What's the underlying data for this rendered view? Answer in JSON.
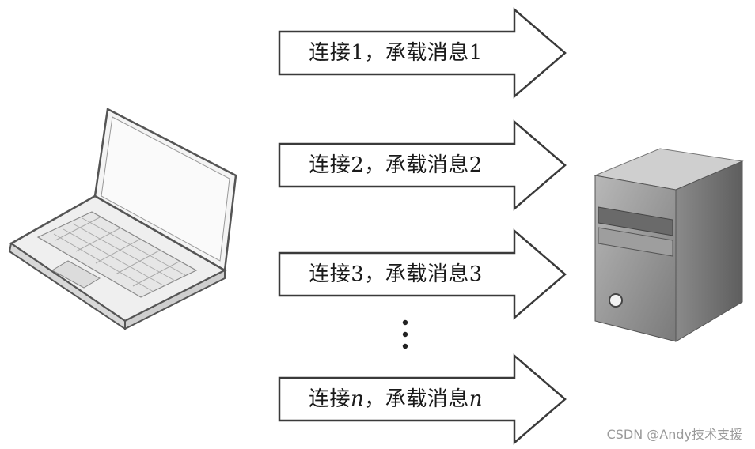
{
  "connections": [
    {
      "label": "连接1，承载消息1"
    },
    {
      "label": "连接2，承载消息2"
    },
    {
      "label": "连接3，承载消息3"
    },
    {
      "label_prefix": "连接",
      "label_mid": "，承载消息",
      "var": "n"
    }
  ],
  "watermark": "CSDN @Andy技术支援",
  "icons": {
    "client": "laptop-icon",
    "server": "server-tower-icon",
    "continuation": "vertical-ellipsis-icon"
  }
}
